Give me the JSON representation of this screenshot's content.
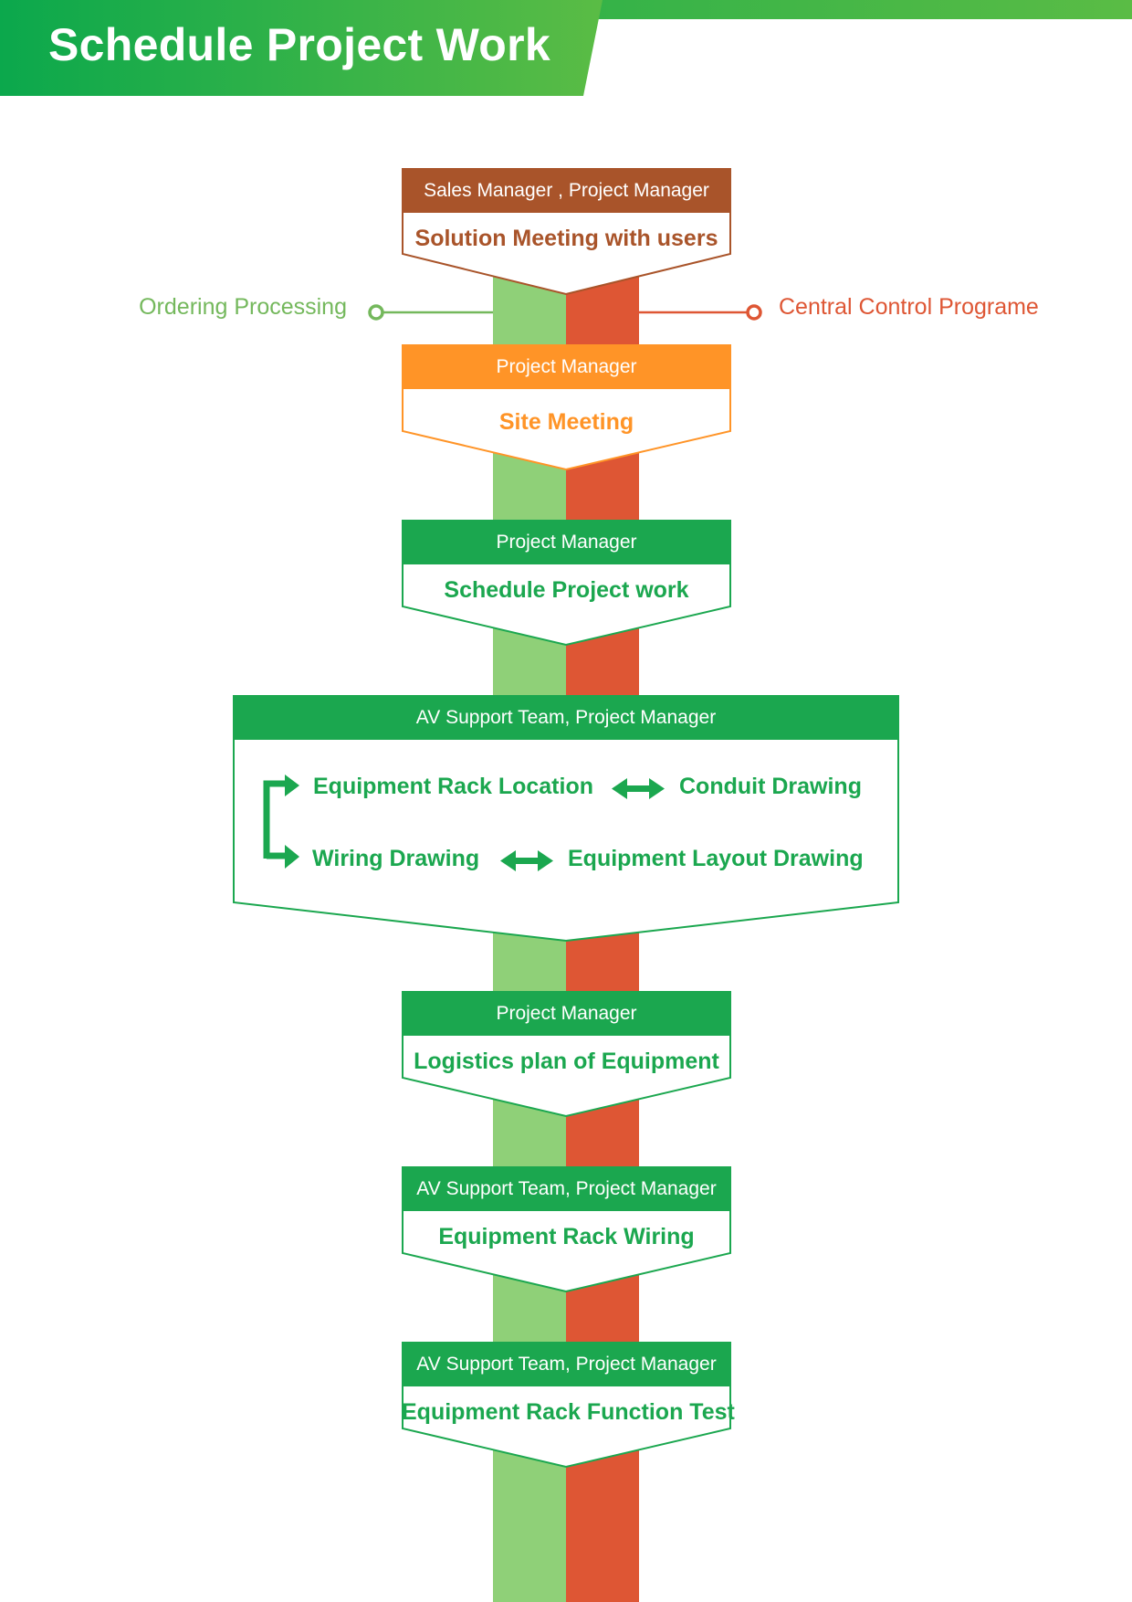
{
  "header": {
    "title": "Schedule Project Work"
  },
  "colors": {
    "brand_green": "#1BA74F",
    "banner_start": "#0BA84C",
    "banner_end": "#5ABC45",
    "track_green": "#8FD078",
    "track_red": "#DE5634",
    "step1_brown": "#A9542A",
    "step2_orange": "#FF9427",
    "left_branch": "#74B85C",
    "right_branch": "#DE5634"
  },
  "branches": {
    "left": "Ordering Processing",
    "right": "Central Control Programe"
  },
  "steps": [
    {
      "role": "Sales Manager , Project Manager",
      "title": "Solution Meeting with users"
    },
    {
      "role": "Project Manager",
      "title": "Site Meeting"
    },
    {
      "role": "Project Manager",
      "title": "Schedule Project work"
    },
    {
      "role": "AV Support Team, Project Manager",
      "items": {
        "rack_location": "Equipment Rack Location",
        "conduit": "Conduit Drawing",
        "wiring": "Wiring Drawing",
        "layout": "Equipment Layout Drawing"
      }
    },
    {
      "role": "Project Manager",
      "title": "Logistics plan of Equipment"
    },
    {
      "role": "AV Support Team, Project Manager",
      "title": "Equipment Rack Wiring"
    },
    {
      "role": "AV Support Team, Project Manager",
      "title": "Equipment Rack Function Test"
    }
  ]
}
